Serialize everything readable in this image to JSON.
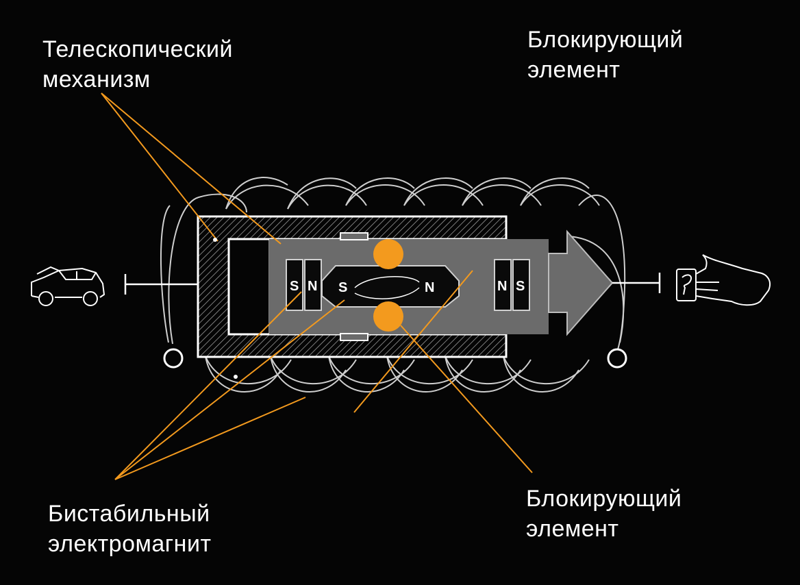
{
  "labels": {
    "telescopic": {
      "line1": "Телескопический",
      "line2": "механизм"
    },
    "blocking_top": {
      "line1": "Блокирующий",
      "line2": "элемент"
    },
    "bistable": {
      "line1": "Бистабильный",
      "line2": "электромагнит"
    },
    "blocking_bottom": {
      "line1": "Блокирующий",
      "line2": "элемент"
    }
  },
  "poles": {
    "left_magnet_outer": "S",
    "left_magnet_inner": "N",
    "core_left": "S",
    "core_right": "N",
    "right_magnet_inner": "N",
    "right_magnet_outer": "S"
  },
  "icons": {
    "left": "car-icon",
    "right": "hand-with-key-icon"
  },
  "colors": {
    "background": "#050505",
    "accent_orange": "#F39A1E",
    "line_white": "#FFFFFF",
    "rod_grey": "#6B6B6B"
  }
}
